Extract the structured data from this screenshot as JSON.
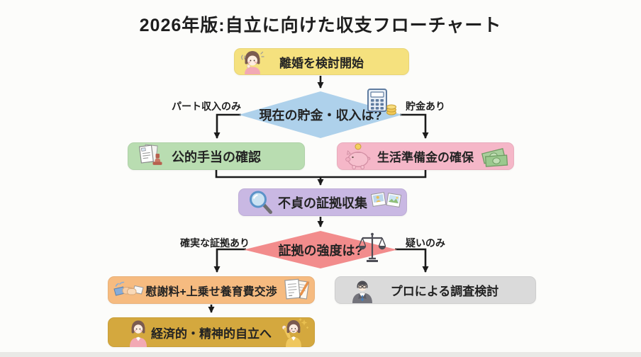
{
  "title": "2026年版:自立に向けた収支フローチャート",
  "colors": {
    "background": "#FCFCFA",
    "connector": "#1B1B1B",
    "start_bg": "#F5E17E",
    "decision_finance_bg": "#AED1EB",
    "benefits_bg": "#B9DDB1",
    "funds_bg": "#F5B7C8",
    "evidence_bg": "#C9B8E3",
    "decision_evidence_bg": "#F28C8C",
    "negotiation_bg": "#F6BB80",
    "investigation_bg": "#DADADA",
    "goal_bg": "#D4A83E"
  },
  "flow": {
    "start": {
      "label": "離婚を検討開始",
      "icon": "thinking-woman-icon"
    },
    "q_finance": {
      "label": "現在の貯金・収入は?",
      "icon": "calculator-coins-icon",
      "branch_left": "パート収入のみ",
      "branch_right": "貯金あり"
    },
    "benefits": {
      "label": "公的手当の確認",
      "icon": "document-stamp-icon"
    },
    "funds": {
      "label": "生活準備金の確保",
      "icon_left": "piggy-bank-icon",
      "icon_right": "money-icon"
    },
    "evidence": {
      "label": "不貞の証拠収集",
      "icon_left": "magnifier-icon",
      "icon_right": "photos-icon"
    },
    "q_evidence": {
      "label": "証拠の強度は?",
      "icon": "scales-icon",
      "branch_left": "確実な証拠あり",
      "branch_right": "疑いのみ"
    },
    "negotiation": {
      "label": "慰謝料+上乗せ養育費交渉",
      "icon_left": "handshake-icon",
      "icon_right": "document-pen-icon"
    },
    "investigation": {
      "label": "プロによる調査検討",
      "icon": "businessman-icon"
    },
    "goal": {
      "label": "経済的・精神的自立へ",
      "icon_left": "woman-icon",
      "icon_right": "cheering-woman-icon"
    }
  }
}
